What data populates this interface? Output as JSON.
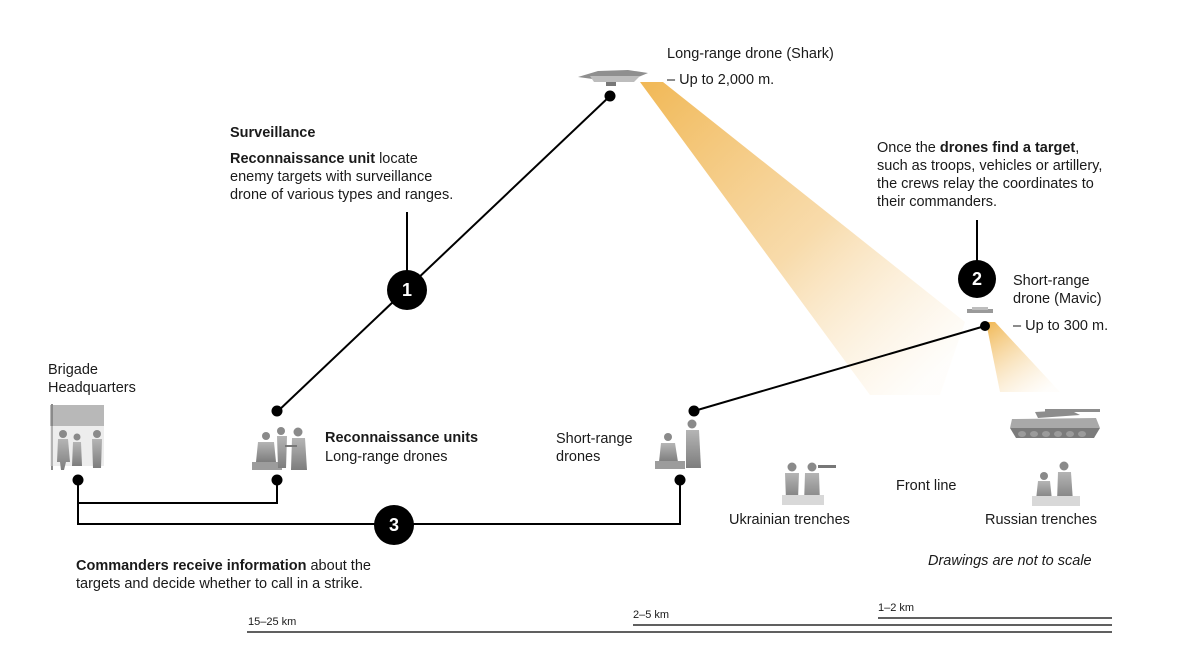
{
  "long_drone": {
    "title": "Long-range drone (Shark)",
    "range": "– Up to 2,000 m."
  },
  "surveillance": {
    "heading": "Surveillance",
    "body_bold": "Reconnaissance unit",
    "body_line1_rest": " locate",
    "body_line2": "enemy targets with surveillance",
    "body_line3": "drone of various types and ranges."
  },
  "target_note": {
    "line1_pre": "Once the ",
    "line1_bold": "drones find a target",
    "line1_post": ",",
    "line2": "such as troops, vehicles or artillery,",
    "line3": "the crews relay the coordinates to",
    "line4": "their commanders."
  },
  "short_drone": {
    "title_line1": "Short-range",
    "title_line2": "drone (Mavic)",
    "range": "– Up to 300 m."
  },
  "brigade_hq": {
    "line1": "Brigade",
    "line2": "Headquarters"
  },
  "recon_units": {
    "title": "Reconnaissance units",
    "subtitle": "Long-range drones"
  },
  "short_range_drones": {
    "line1": "Short-range",
    "line2": "drones"
  },
  "ukrainian_trenches": "Ukrainian trenches",
  "front_line": "Front line",
  "russian_trenches": "Russian trenches",
  "commanders": {
    "bold": "Commanders receive information",
    "rest": " about the",
    "line2": "targets and decide whether to call in a strike."
  },
  "scale_note": "Drawings are not to scale",
  "distances": {
    "d1": "15–25 km",
    "d2": "2–5 km",
    "d3": "1–2 km"
  },
  "steps": {
    "s1": "1",
    "s2": "2",
    "s3": "3"
  },
  "colors": {
    "beam": "#f0b44c",
    "line": "#000000",
    "figure": "#9a9a9a"
  }
}
